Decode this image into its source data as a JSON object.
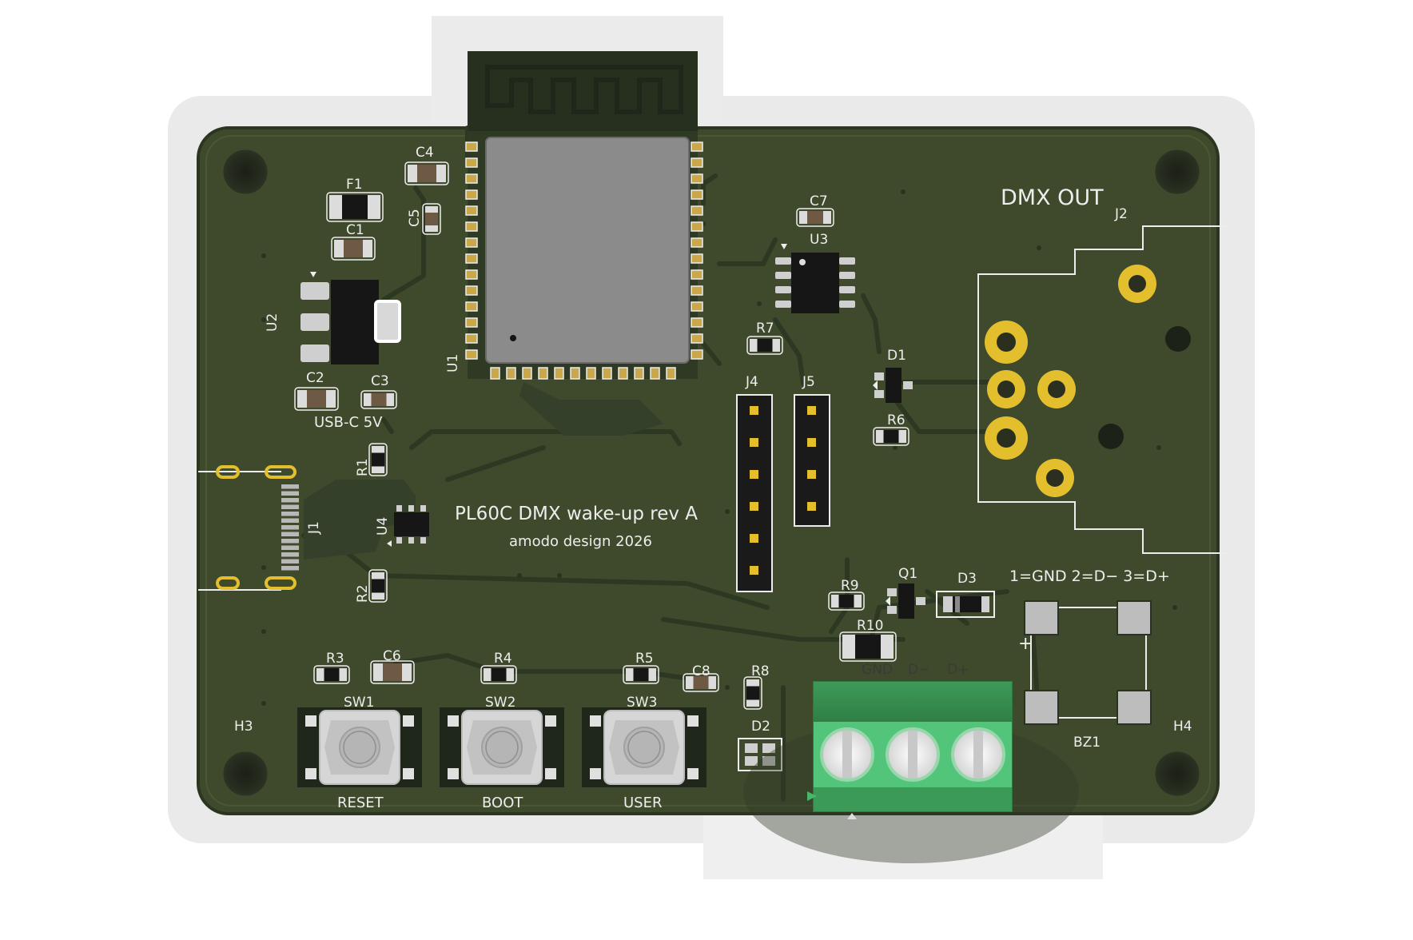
{
  "board": {
    "title": "PL60C DMX wake-up rev A",
    "subtitle": "amodo design 2026",
    "dmx_out": "DMX OUT",
    "usb_label": "USB-C 5V",
    "pinout_note": "1=GND 2=D− 3=D+",
    "polarity_mark": "+"
  },
  "designators": {
    "F1": "F1",
    "C1": "C1",
    "C2": "C2",
    "C3": "C3",
    "C4": "C4",
    "C5": "C5",
    "C6": "C6",
    "C7": "C7",
    "C8": "C8",
    "U1": "U1",
    "U2": "U2",
    "U3": "U3",
    "U4": "U4",
    "R1": "R1",
    "R2": "R2",
    "R3": "R3",
    "R4": "R4",
    "R5": "R5",
    "R6": "R6",
    "R7": "R7",
    "R8": "R8",
    "R9": "R9",
    "R10": "R10",
    "J1": "J1",
    "J2": "J2",
    "J4": "J4",
    "J5": "J5",
    "D1": "D1",
    "D2": "D2",
    "D3": "D3",
    "Q1": "Q1",
    "SW1": "SW1",
    "SW2": "SW2",
    "SW3": "SW3",
    "BZ1": "BZ1",
    "H3": "H3",
    "H4": "H4"
  },
  "buttons": {
    "reset": "RESET",
    "boot": "BOOT",
    "user": "USER"
  },
  "terminal": {
    "gnd": "GND",
    "dminus": "D−",
    "dplus": "D+"
  },
  "colors": {
    "board": "#3f4a2c",
    "board_edge": "#2e3a22",
    "copper_pour": "#34402a",
    "silkscreen": "#ededed",
    "pad_gold": "#e3bf2e",
    "module_grey": "#8b8b8b",
    "terminal_green": "#46b86a"
  }
}
